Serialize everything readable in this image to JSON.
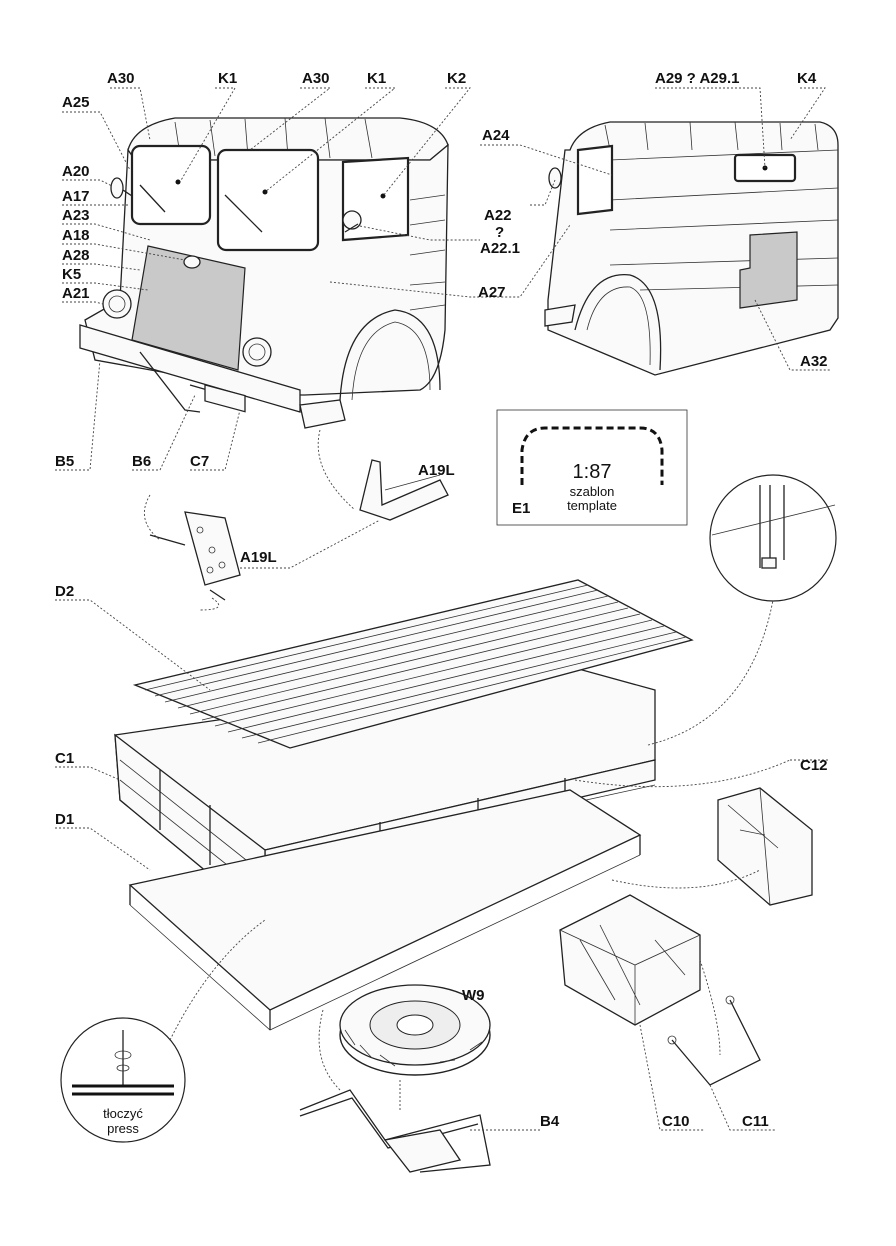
{
  "labels": {
    "a30_left": "A30",
    "k1_left": "K1",
    "a30_mid": "A30",
    "k1_mid": "K1",
    "k2": "K2",
    "a25": "A25",
    "a20": "A20",
    "a17": "A17",
    "a23": "A23",
    "a18": "A18",
    "a28": "A28",
    "k5": "K5",
    "a21": "A21",
    "a24": "A24",
    "a22": "A22",
    "a22_q": "?",
    "a22_1": "A22.1",
    "a27": "A27",
    "a29": "A29 ? A29.1",
    "k4": "K4",
    "a32": "A32",
    "b5": "B5",
    "b6": "B6",
    "c7": "C7",
    "a19l_top": "A19L",
    "a19l_bottom": "A19L",
    "d2": "D2",
    "c1": "C1",
    "d1": "D1",
    "c12": "C12",
    "w9": "W9",
    "b4": "B4",
    "c10": "C10",
    "c11": "C11"
  },
  "template_box": {
    "scale": "1:87",
    "label": "E1",
    "text_pl": "szablon",
    "text_en": "template"
  },
  "press_circle": {
    "text_pl": "tłoczyć",
    "text_en": "press"
  }
}
